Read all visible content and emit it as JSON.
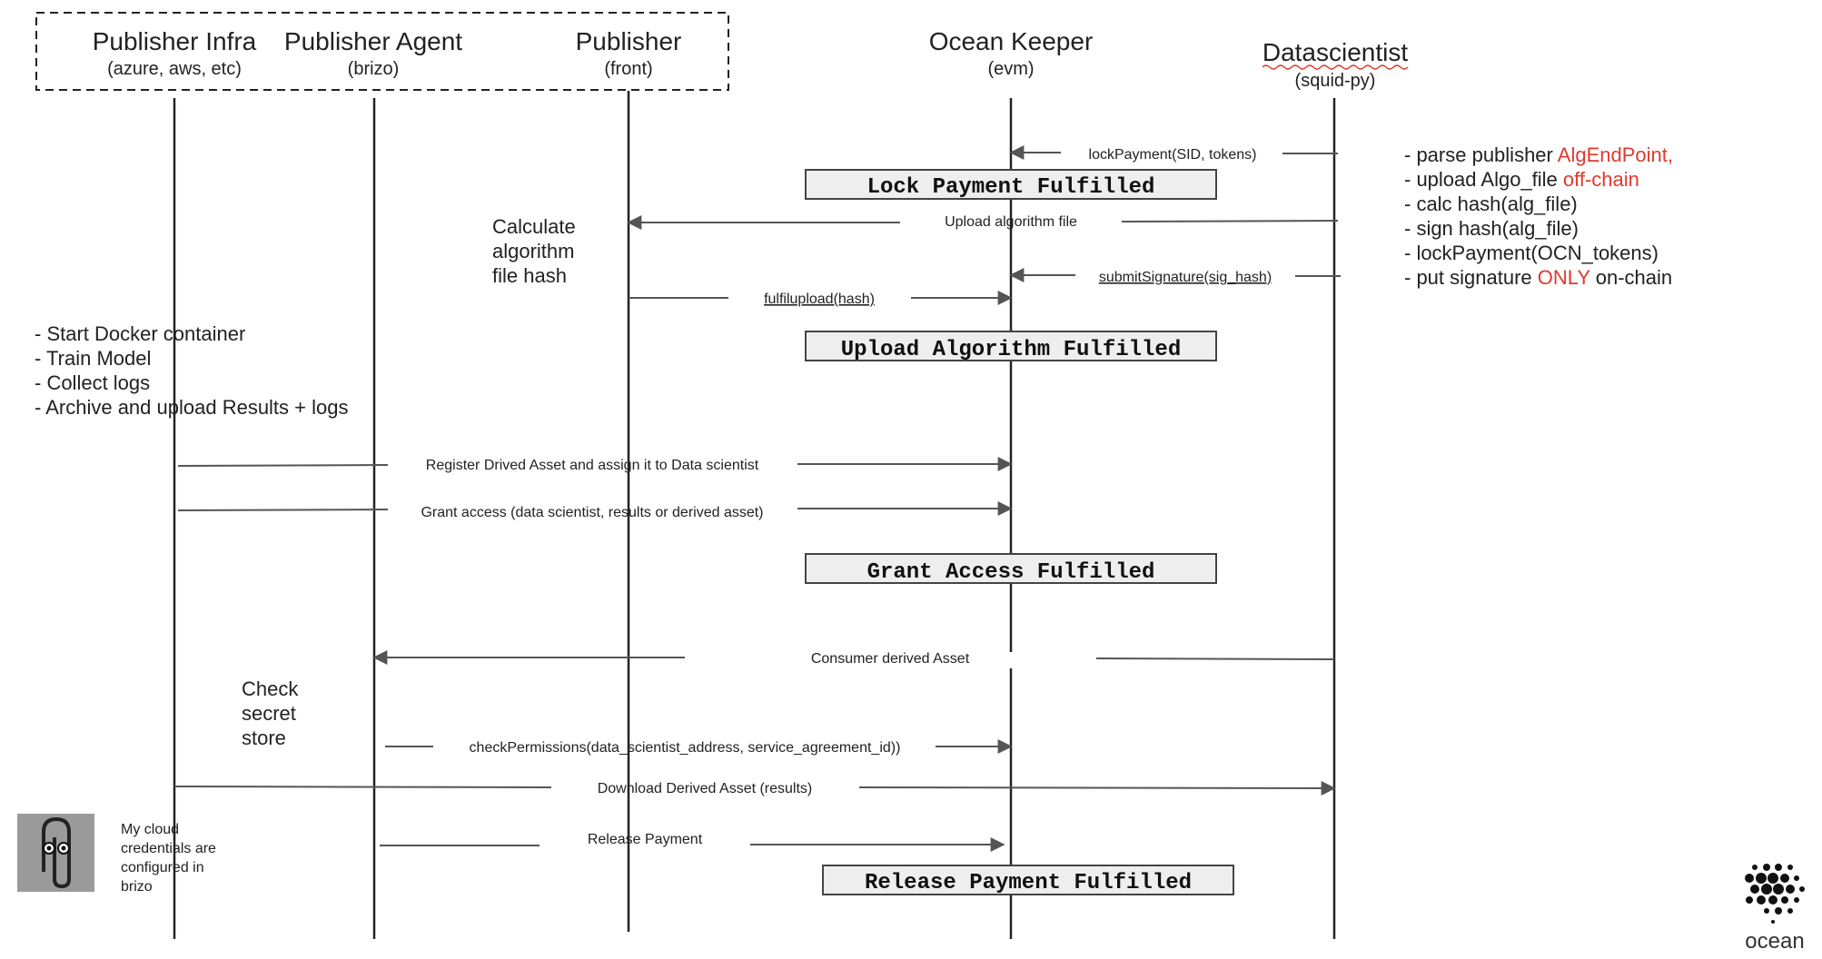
{
  "participants": [
    {
      "name": "Publisher Infra",
      "sub": "(azure, aws, etc)"
    },
    {
      "name": "Publisher Agent",
      "sub": "(brizo)"
    },
    {
      "name": "Publisher",
      "sub": "(front)"
    },
    {
      "name": "Ocean Keeper",
      "sub": "(evm)"
    },
    {
      "name": "Datascientist",
      "sub": "(squid-py)"
    }
  ],
  "messages": {
    "lock_payment": "lockPayment(SID, tokens)",
    "upload_algorithm": "Upload algorithm file",
    "submit_signature": "submitSignature(sig_hash)",
    "fulfil_upload": "fulfilupload(hash)",
    "register_asset": "Register Drived Asset and assign it to Data scientist",
    "grant_access": "Grant access (data scientist, results or derived asset)",
    "consumer_asset": "Consumer derived Asset",
    "check_permissions": "checkPermissions(data_scientist_address, service_agreement_id))",
    "download_asset": "Download Derived Asset (results)",
    "release_payment": "Release Payment"
  },
  "states": {
    "lock": "Lock Payment Fulfilled",
    "upload": "Upload Algorithm Fulfilled",
    "grant": "Grant Access Fulfilled",
    "release": "Release Payment Fulfilled"
  },
  "notes": {
    "calculate": [
      "Calculate",
      "algorithm",
      "file hash"
    ],
    "check": [
      "Check",
      "secret",
      "store"
    ],
    "infra_steps": [
      "- Start Docker container",
      "- Train Model",
      "- Collect logs",
      "- Archive and upload Results + logs"
    ],
    "scientist_steps": [
      {
        "pre": "- parse publisher ",
        "red": "AlgEndPoint,",
        "post": ""
      },
      {
        "pre": "- upload Algo_file ",
        "red": "off-chain",
        "post": ""
      },
      {
        "pre": "- calc hash(alg_file)",
        "red": "",
        "post": ""
      },
      {
        "pre": "- sign hash(alg_file)",
        "red": "",
        "post": ""
      },
      {
        "pre": "- lockPayment(OCN_tokens)",
        "red": "",
        "post": ""
      },
      {
        "pre": "- put signature ",
        "red": "ONLY",
        "post": " on-chain"
      }
    ],
    "cloud": [
      "My cloud",
      "credentials are",
      "configured in",
      "brizo"
    ]
  },
  "logo": {
    "text": "ocean"
  },
  "colors": {
    "line": "#222222",
    "box_fill": "#eeeeee",
    "highlight": "#e03a2f"
  },
  "icons": [
    "paperclip-assistant-icon",
    "ocean-logo-icon"
  ]
}
